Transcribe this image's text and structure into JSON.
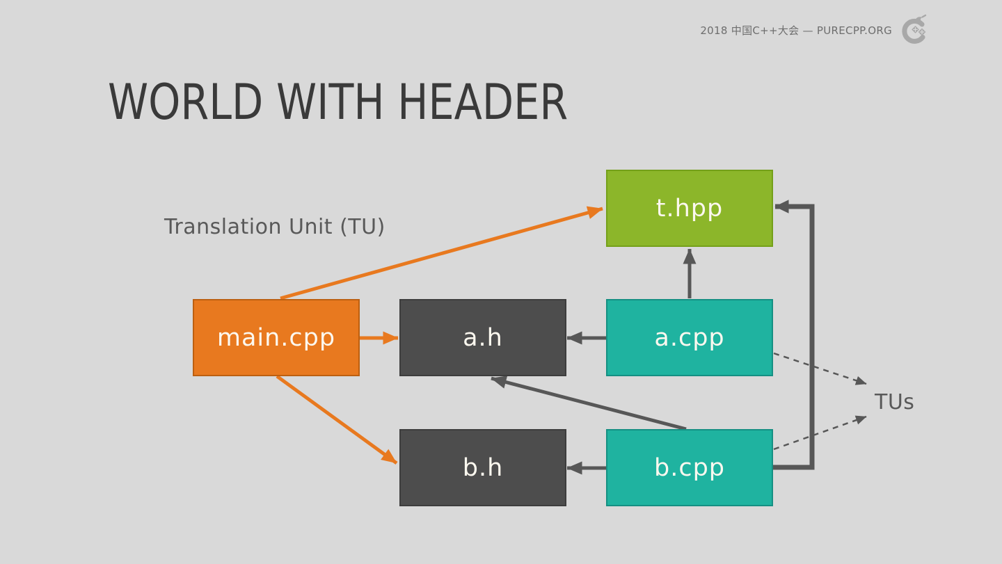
{
  "header": {
    "conference_text": "2018 中国C++大会 — PURECPP.ORG",
    "logo": "purecpp-logo"
  },
  "slide": {
    "title": "WORLD WITH HEADER"
  },
  "diagram": {
    "tu_caption": "Translation Unit (TU)",
    "tus_caption": "TUs",
    "nodes": {
      "main_cpp": {
        "label": "main.cpp",
        "color": "#E8791F"
      },
      "a_h": {
        "label": "a.h",
        "color": "#4D4D4D"
      },
      "a_cpp": {
        "label": "a.cpp",
        "color": "#1FB3A0"
      },
      "b_h": {
        "label": "b.h",
        "color": "#4D4D4D"
      },
      "b_cpp": {
        "label": "b.cpp",
        "color": "#1FB3A0"
      },
      "t_hpp": {
        "label": "t.hpp",
        "color": "#8CB62A"
      }
    },
    "edges": [
      {
        "from": "main.cpp",
        "to": "t.hpp",
        "style": "solid-orange"
      },
      {
        "from": "main.cpp",
        "to": "a.h",
        "style": "solid-orange"
      },
      {
        "from": "main.cpp",
        "to": "b.h",
        "style": "solid-orange"
      },
      {
        "from": "a.cpp",
        "to": "a.h",
        "style": "solid-gray"
      },
      {
        "from": "a.cpp",
        "to": "t.hpp",
        "style": "solid-gray"
      },
      {
        "from": "b.cpp",
        "to": "b.h",
        "style": "solid-gray"
      },
      {
        "from": "b.cpp",
        "to": "a.h",
        "style": "solid-gray"
      },
      {
        "from": "b.cpp",
        "to": "t.hpp",
        "style": "solid-gray-elbow"
      },
      {
        "from": "a.cpp",
        "to": "TUs",
        "style": "dashed-gray"
      },
      {
        "from": "b.cpp",
        "to": "TUs",
        "style": "dashed-gray"
      }
    ],
    "colors": {
      "background": "#D9D9D9",
      "title_text": "#3A3A3A",
      "caption_text": "#595959",
      "arrow_gray": "#575757",
      "arrow_orange": "#E8791F",
      "node_text": "#FCF8EF",
      "header_text": "#6E6E6E",
      "logo_gray": "#A8A8A8"
    }
  }
}
